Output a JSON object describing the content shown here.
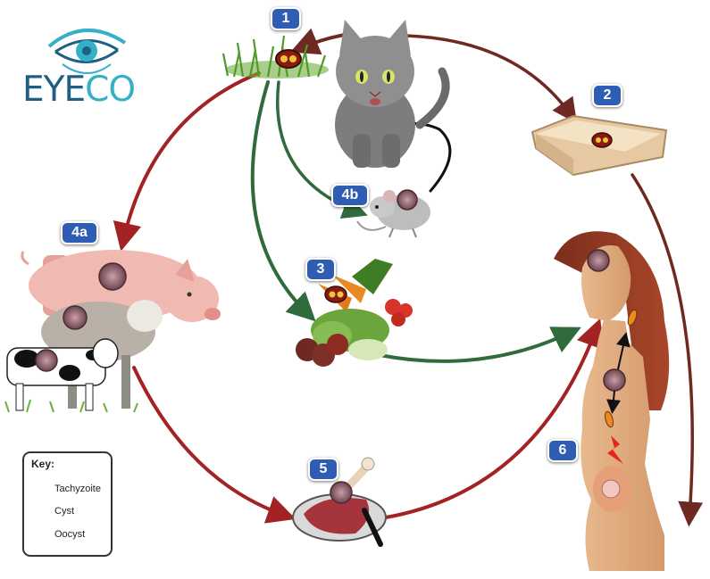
{
  "logo": {
    "text_part1": "EYE",
    "text_part2": "CO",
    "colors": {
      "dark": "#1f5f82",
      "light": "#35b0c6"
    }
  },
  "badges": {
    "step_1": "1",
    "step_2": "2",
    "step_3": "3",
    "step_4a": "4a",
    "step_4b": "4b",
    "step_5": "5",
    "step_6": "6"
  },
  "key": {
    "title": "Key:",
    "items": [
      {
        "label": "Tachyzoite",
        "icon": "tachyzoite-icon"
      },
      {
        "label": "Cyst",
        "icon": "cyst-icon"
      },
      {
        "label": "Oocyst",
        "icon": "oocyst-icon"
      }
    ]
  },
  "arrow_colors": {
    "red": "#a32224",
    "brown": "#6e2a22",
    "green": "#2f6b3c",
    "black": "#111111"
  }
}
